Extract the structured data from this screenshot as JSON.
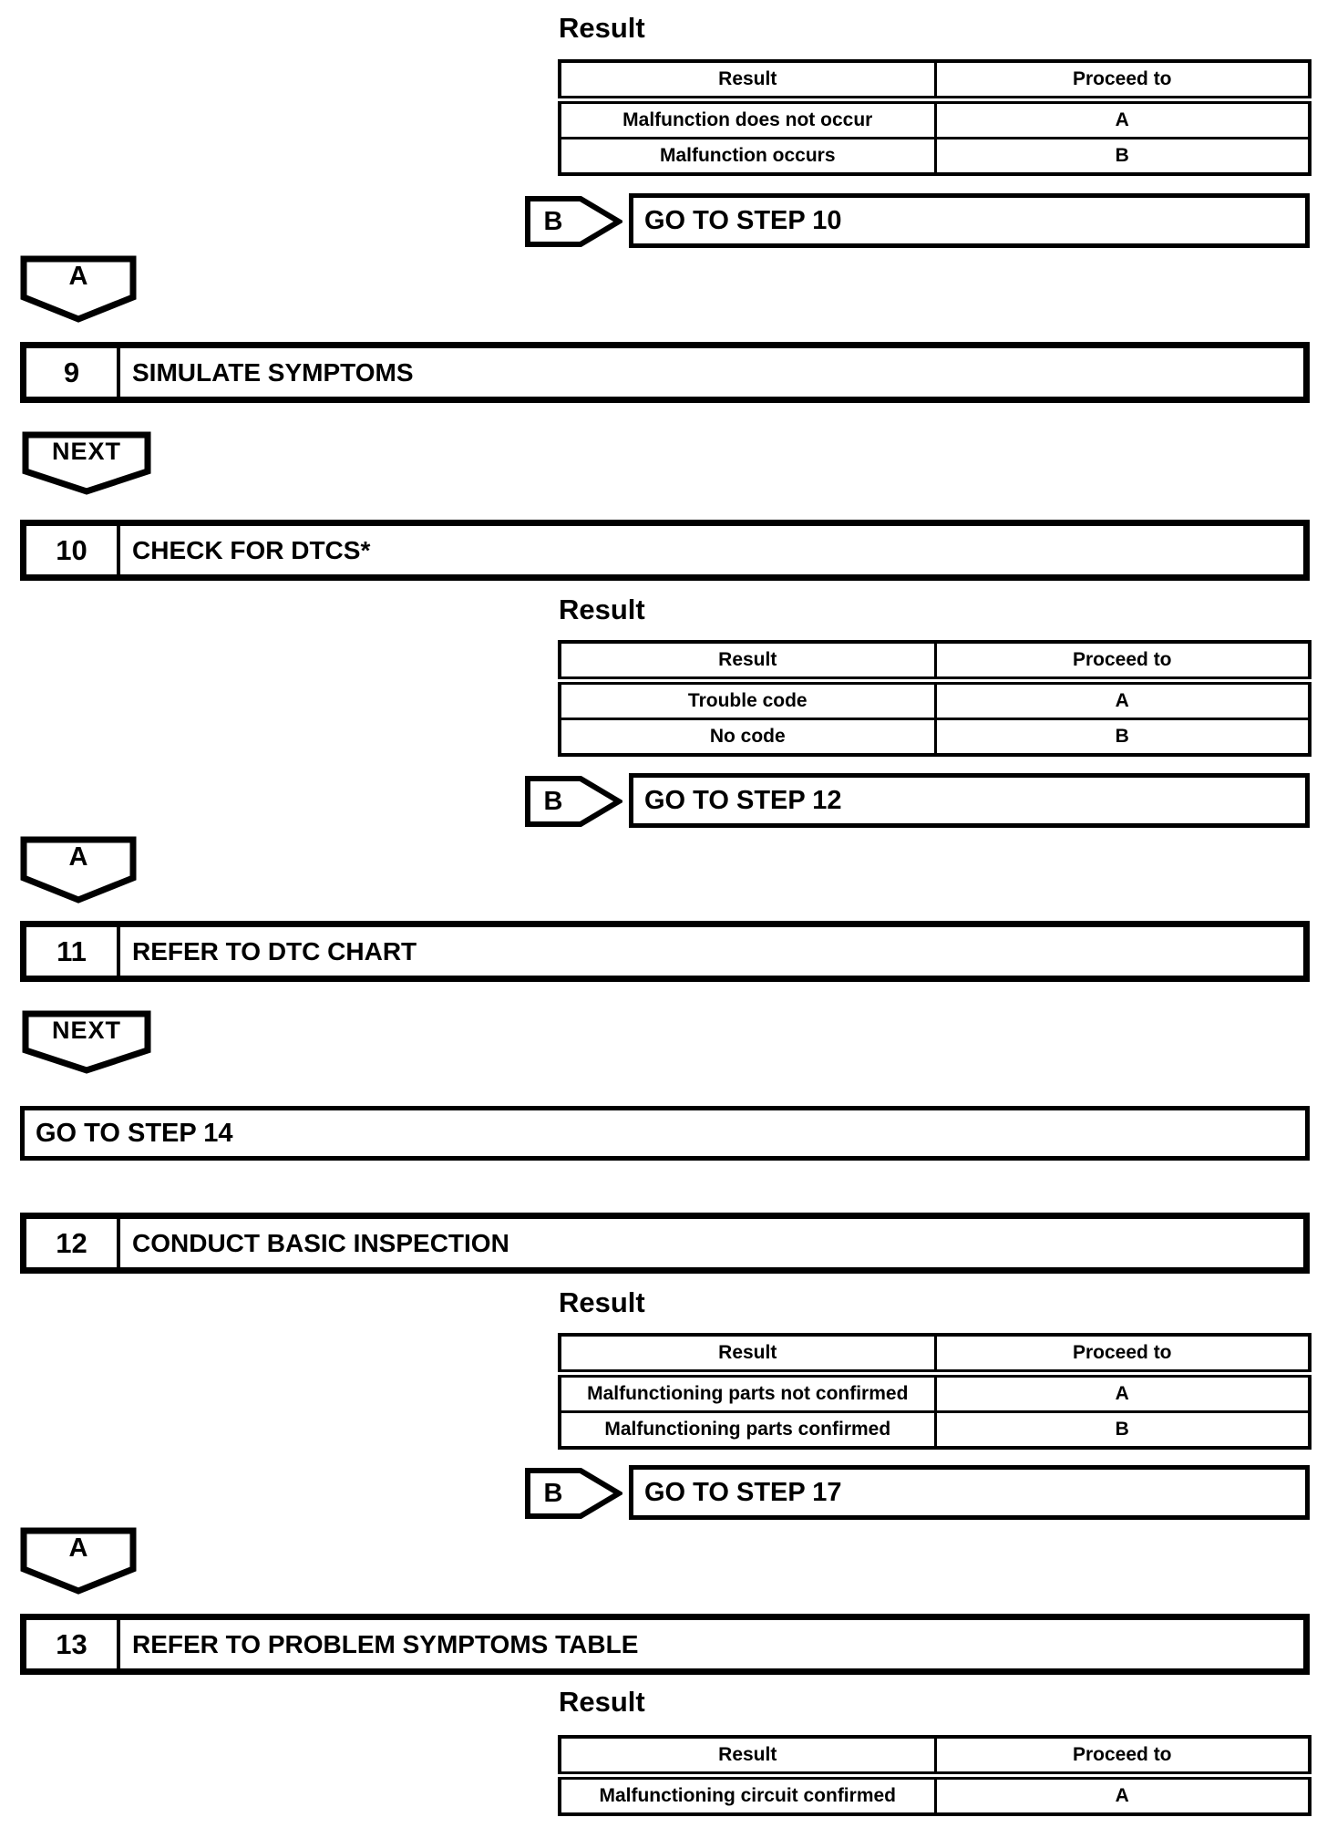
{
  "section_label": "Result",
  "connectors": {
    "a": "A",
    "b": "B",
    "next": "NEXT"
  },
  "tables": [
    {
      "headers": {
        "result": "Result",
        "proceed": "Proceed to"
      },
      "rows": [
        {
          "result": "Malfunction does not occur",
          "proceed": "A"
        },
        {
          "result": "Malfunction occurs",
          "proceed": "B"
        }
      ]
    },
    {
      "headers": {
        "result": "Result",
        "proceed": "Proceed to"
      },
      "rows": [
        {
          "result": "Trouble code",
          "proceed": "A"
        },
        {
          "result": "No code",
          "proceed": "B"
        }
      ]
    },
    {
      "headers": {
        "result": "Result",
        "proceed": "Proceed to"
      },
      "rows": [
        {
          "result": "Malfunctioning parts not confirmed",
          "proceed": "A"
        },
        {
          "result": "Malfunctioning parts confirmed",
          "proceed": "B"
        }
      ]
    },
    {
      "headers": {
        "result": "Result",
        "proceed": "Proceed to"
      },
      "rows": [
        {
          "result": "Malfunctioning circuit confirmed",
          "proceed": "A"
        }
      ]
    }
  ],
  "steps": [
    {
      "number": "9",
      "title": "SIMULATE SYMPTOMS"
    },
    {
      "number": "10",
      "title": "CHECK FOR DTCS*"
    },
    {
      "number": "11",
      "title": "REFER TO DTC CHART"
    },
    {
      "number": "12",
      "title": "CONDUCT BASIC INSPECTION"
    },
    {
      "number": "13",
      "title": "REFER TO PROBLEM SYMPTOMS TABLE"
    }
  ],
  "goto": [
    {
      "label": "GO TO STEP 10"
    },
    {
      "label": "GO TO STEP 12"
    },
    {
      "label": "GO TO STEP 14"
    },
    {
      "label": "GO TO STEP 17"
    }
  ]
}
